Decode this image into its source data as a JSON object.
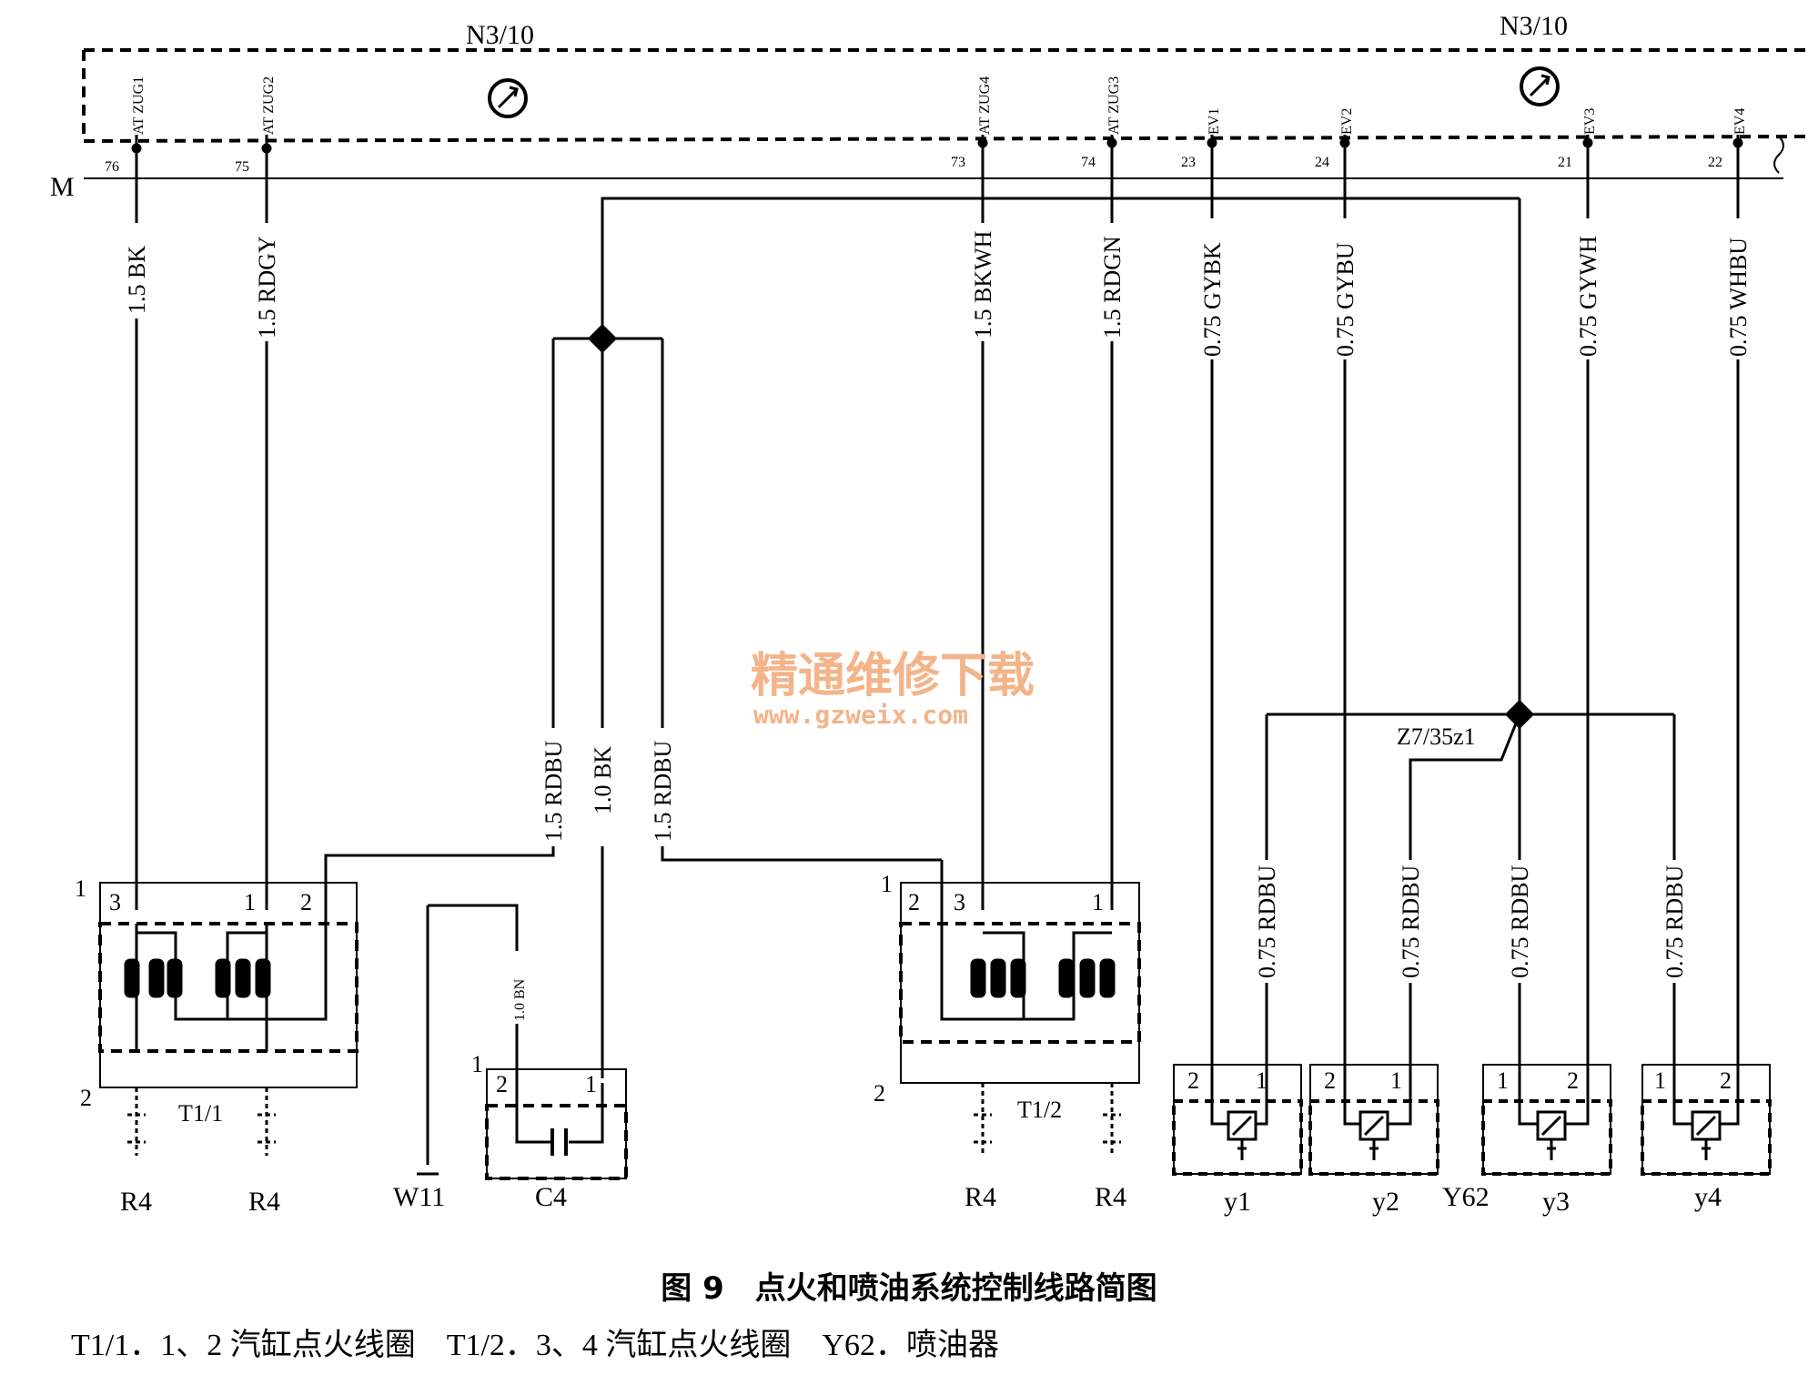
{
  "ecu": {
    "label_left": "N3/10",
    "label_right": "N3/10",
    "ground_label": "M",
    "pins": [
      {
        "name": "AT ZUG1",
        "num": "76",
        "wire": "1.5 BK"
      },
      {
        "name": "AT ZUG2",
        "num": "75",
        "wire": "1.5 RDGY"
      },
      {
        "name": "AT ZUG4",
        "num": "73",
        "wire": "1.5 BKWH"
      },
      {
        "name": "AT ZUG3",
        "num": "74",
        "wire": "1.5 RDGN"
      },
      {
        "name": "EV1",
        "num": "23",
        "wire": "0.75 GYBK"
      },
      {
        "name": "EV2",
        "num": "24",
        "wire": "0.75 GYBU"
      },
      {
        "name": "EV3",
        "num": "21",
        "wire": "0.75 GYWH"
      },
      {
        "name": "EV4",
        "num": "22",
        "wire": "0.75 WHBU"
      }
    ]
  },
  "supply_wires": [
    "1.5 RDBU",
    "1.0 BK",
    "1.5 RDBU"
  ],
  "capacitor_wire": "1.0 BN",
  "injector_supply_wires": [
    "0.75 RDBU",
    "0.75 RDBU",
    "0.75 RDBU",
    "0.75 RDBU"
  ],
  "splice": "Z7/35z1",
  "coil1": {
    "name": "T1/1",
    "conn_top": "1",
    "conn_bottom": "2",
    "pin_a": "3",
    "pin_b": "1",
    "pin_c": "2"
  },
  "coil2": {
    "name": "T1/2",
    "conn_top": "1",
    "conn_bottom": "2",
    "pin_a": "2",
    "pin_b": "3",
    "pin_c": "1"
  },
  "capacitor": {
    "name": "C4",
    "conn": "1",
    "pin_a": "2",
    "pin_b": "1"
  },
  "bottom_labels": {
    "r4": "R4",
    "w11": "W11",
    "y62": "Y62"
  },
  "injectors": [
    {
      "name": "y1",
      "pin_left": "2",
      "pin_right": "1"
    },
    {
      "name": "y2",
      "pin_left": "2",
      "pin_right": "1"
    },
    {
      "name": "y3",
      "pin_left": "1",
      "pin_right": "2"
    },
    {
      "name": "y4",
      "pin_left": "1",
      "pin_right": "2"
    }
  ],
  "watermark": {
    "line1": "精通维修下载",
    "line2": "www.gzweix.com"
  },
  "caption": "图 9　点火和喷油系统控制线路简图",
  "legend": "T1/1．1、2 汽缸点火线圈　T1/2．3、4 汽缸点火线圈　Y62．喷油器"
}
